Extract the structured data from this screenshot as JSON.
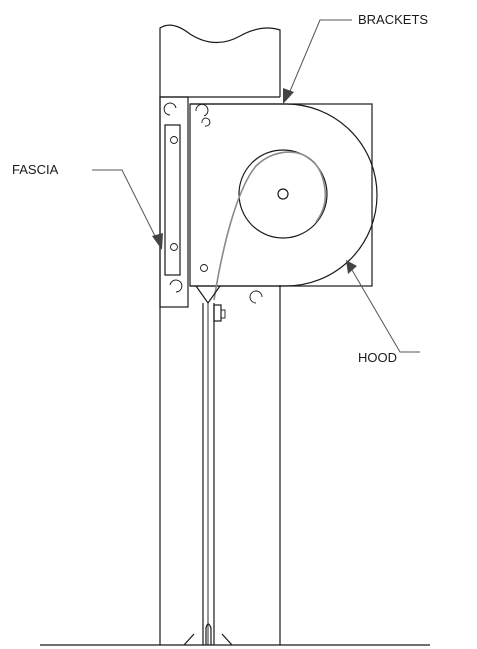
{
  "labels": {
    "brackets": "BRACKETS",
    "fascia": "FASCIA",
    "hood": "HOOD"
  },
  "colors": {
    "line": "#1a1a1a",
    "leader": "#555555",
    "curtain": "#8a8a8a",
    "background": "#ffffff"
  }
}
